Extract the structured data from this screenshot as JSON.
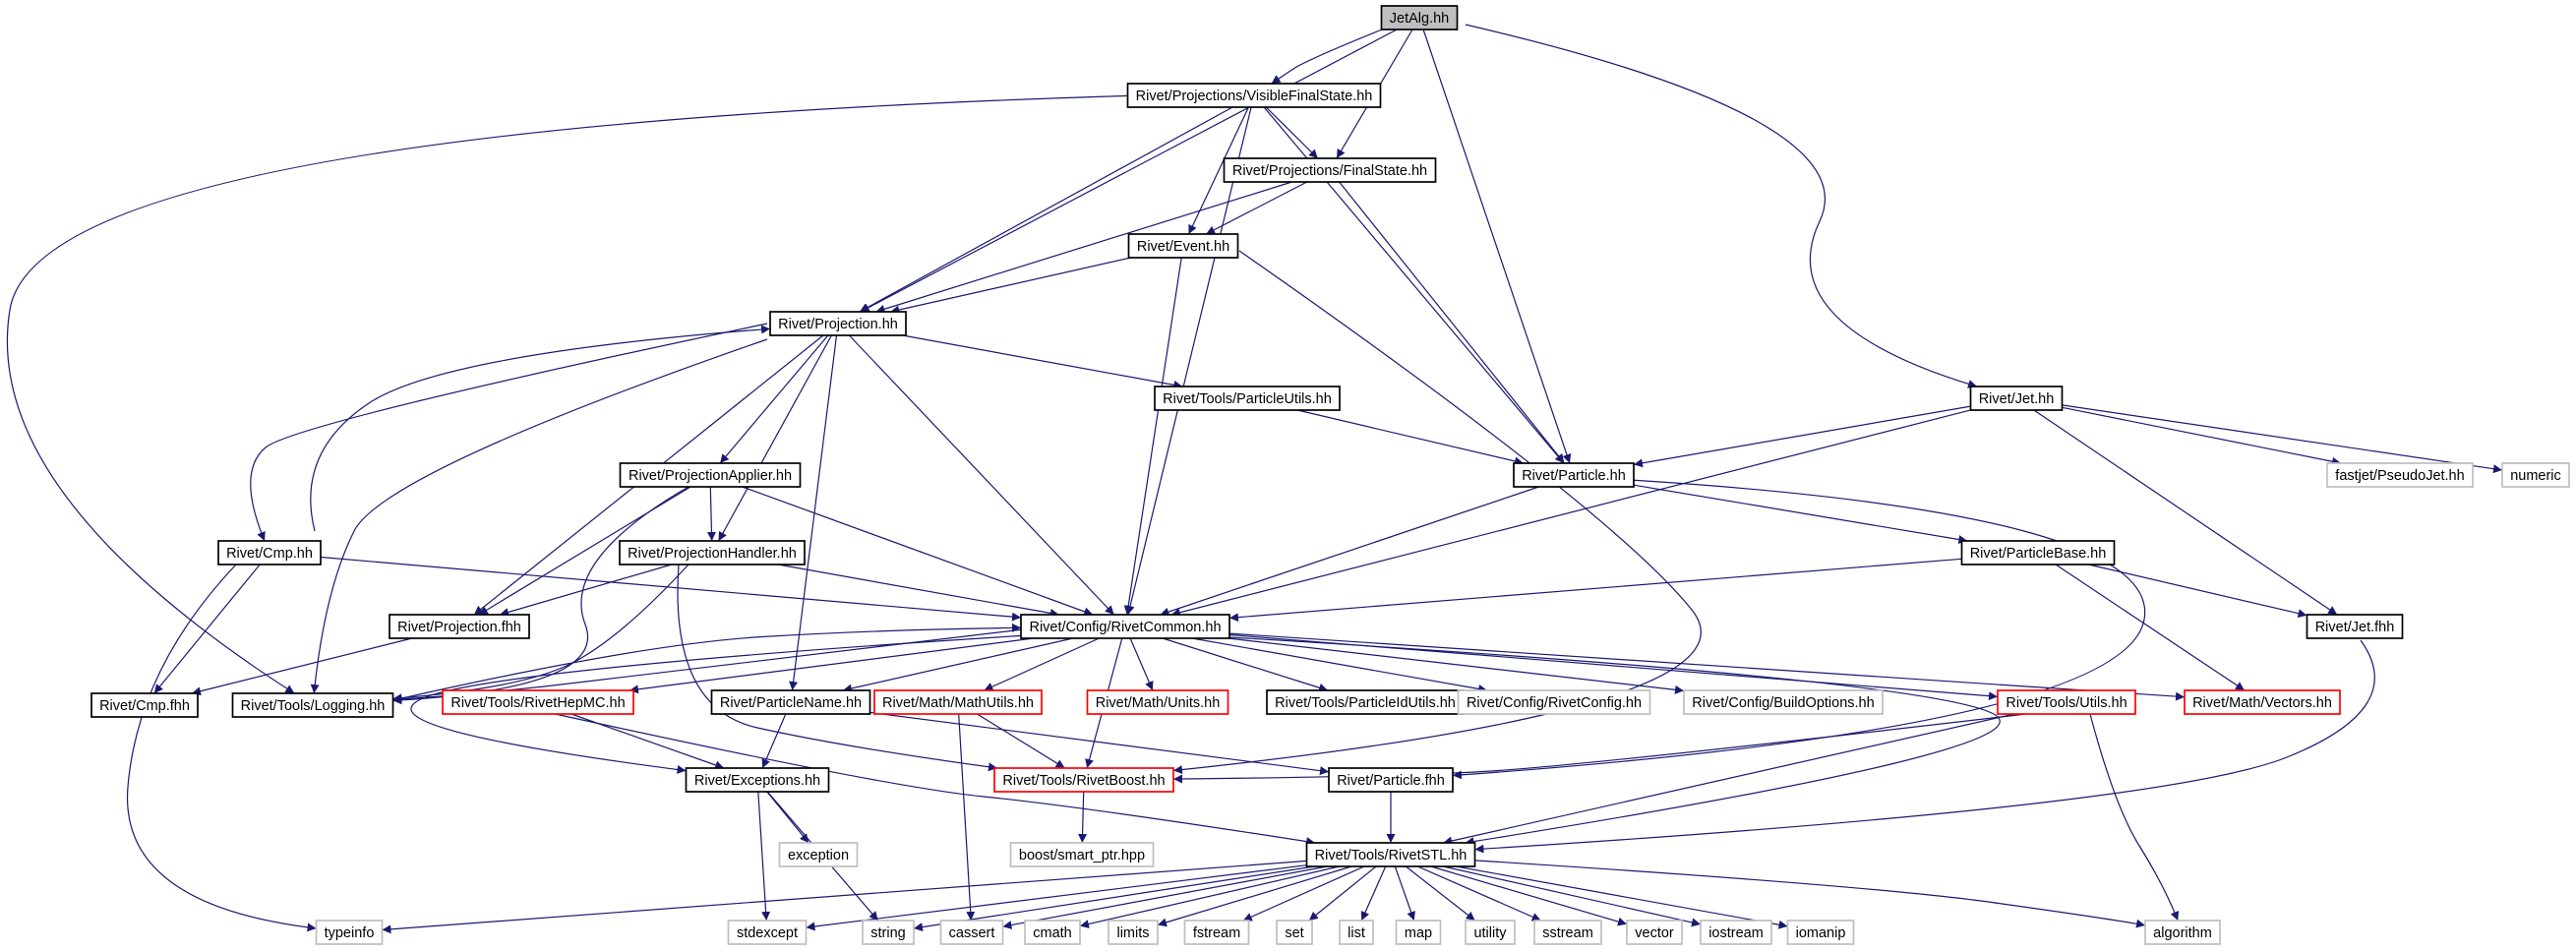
{
  "colors": {
    "edge": "#191970",
    "box_black": "#000000",
    "box_red": "#ff0000",
    "box_grey": "#bfbfbf",
    "root_fill": "#bfbfbf",
    "text": "#000000"
  },
  "nodes": [
    {
      "id": "jetalg",
      "label": "JetAlg.hh",
      "style": "root"
    },
    {
      "id": "vfs",
      "label": "Rivet/Projections/VisibleFinalState.hh",
      "style": "black"
    },
    {
      "id": "fs",
      "label": "Rivet/Projections/FinalState.hh",
      "style": "black"
    },
    {
      "id": "event",
      "label": "Rivet/Event.hh",
      "style": "black"
    },
    {
      "id": "proj",
      "label": "Rivet/Projection.hh",
      "style": "black"
    },
    {
      "id": "pu",
      "label": "Rivet/Tools/ParticleUtils.hh",
      "style": "black"
    },
    {
      "id": "jet",
      "label": "Rivet/Jet.hh",
      "style": "black"
    },
    {
      "id": "fastjet",
      "label": "fastjet/PseudoJet.hh",
      "style": "grey"
    },
    {
      "id": "numeric",
      "label": "numeric",
      "style": "grey"
    },
    {
      "id": "particle",
      "label": "Rivet/Particle.hh",
      "style": "black"
    },
    {
      "id": "papp",
      "label": "Rivet/ProjectionApplier.hh",
      "style": "black"
    },
    {
      "id": "pbase",
      "label": "Rivet/ParticleBase.hh",
      "style": "black"
    },
    {
      "id": "phand",
      "label": "Rivet/ProjectionHandler.hh",
      "style": "black"
    },
    {
      "id": "cmp",
      "label": "Rivet/Cmp.hh",
      "style": "black"
    },
    {
      "id": "projf",
      "label": "Rivet/Projection.fhh",
      "style": "black"
    },
    {
      "id": "common",
      "label": "Rivet/Config/RivetCommon.hh",
      "style": "black"
    },
    {
      "id": "jetf",
      "label": "Rivet/Jet.fhh",
      "style": "black"
    },
    {
      "id": "cmpf",
      "label": "Rivet/Cmp.fhh",
      "style": "black"
    },
    {
      "id": "logging",
      "label": "Rivet/Tools/Logging.hh",
      "style": "black"
    },
    {
      "id": "hepmc",
      "label": "Rivet/Tools/RivetHepMC.hh",
      "style": "red"
    },
    {
      "id": "pname",
      "label": "Rivet/ParticleName.hh",
      "style": "black"
    },
    {
      "id": "mathutils",
      "label": "Rivet/Math/MathUtils.hh",
      "style": "red"
    },
    {
      "id": "units",
      "label": "Rivet/Math/Units.hh",
      "style": "red"
    },
    {
      "id": "pidutils",
      "label": "Rivet/Tools/ParticleIdUtils.hh",
      "style": "black"
    },
    {
      "id": "config",
      "label": "Rivet/Config/RivetConfig.hh",
      "style": "grey"
    },
    {
      "id": "buildopt",
      "label": "Rivet/Config/BuildOptions.hh",
      "style": "grey"
    },
    {
      "id": "utils",
      "label": "Rivet/Tools/Utils.hh",
      "style": "red"
    },
    {
      "id": "vectors",
      "label": "Rivet/Math/Vectors.hh",
      "style": "red"
    },
    {
      "id": "exceptions",
      "label": "Rivet/Exceptions.hh",
      "style": "black"
    },
    {
      "id": "boost",
      "label": "Rivet/Tools/RivetBoost.hh",
      "style": "red"
    },
    {
      "id": "particlef",
      "label": "Rivet/Particle.fhh",
      "style": "black"
    },
    {
      "id": "exception",
      "label": "exception",
      "style": "grey"
    },
    {
      "id": "smartptr",
      "label": "boost/smart_ptr.hpp",
      "style": "grey"
    },
    {
      "id": "stl",
      "label": "Rivet/Tools/RivetSTL.hh",
      "style": "black"
    },
    {
      "id": "typeinfo",
      "label": "typeinfo",
      "style": "grey"
    },
    {
      "id": "stdexcept",
      "label": "stdexcept",
      "style": "grey"
    },
    {
      "id": "string",
      "label": "string",
      "style": "grey"
    },
    {
      "id": "cassert",
      "label": "cassert",
      "style": "grey"
    },
    {
      "id": "cmath",
      "label": "cmath",
      "style": "grey"
    },
    {
      "id": "limits",
      "label": "limits",
      "style": "grey"
    },
    {
      "id": "fstream",
      "label": "fstream",
      "style": "grey"
    },
    {
      "id": "set",
      "label": "set",
      "style": "grey"
    },
    {
      "id": "list",
      "label": "list",
      "style": "grey"
    },
    {
      "id": "map",
      "label": "map",
      "style": "grey"
    },
    {
      "id": "utility",
      "label": "utility",
      "style": "grey"
    },
    {
      "id": "sstream",
      "label": "sstream",
      "style": "grey"
    },
    {
      "id": "vector",
      "label": "vector",
      "style": "grey"
    },
    {
      "id": "iostream",
      "label": "iostream",
      "style": "grey"
    },
    {
      "id": "iomanip",
      "label": "iomanip",
      "style": "grey"
    },
    {
      "id": "algorithm",
      "label": "algorithm",
      "style": "grey"
    }
  ],
  "edges": [
    [
      "jetalg",
      "vfs"
    ],
    [
      "jetalg",
      "fs"
    ],
    [
      "jetalg",
      "proj"
    ],
    [
      "jetalg",
      "particle"
    ],
    [
      "jetalg",
      "jet"
    ],
    [
      "vfs",
      "fs"
    ],
    [
      "vfs",
      "event"
    ],
    [
      "vfs",
      "proj"
    ],
    [
      "vfs",
      "logging"
    ],
    [
      "vfs",
      "particle"
    ],
    [
      "vfs",
      "common"
    ],
    [
      "fs",
      "event"
    ],
    [
      "fs",
      "proj"
    ],
    [
      "fs",
      "particle"
    ],
    [
      "event",
      "proj"
    ],
    [
      "event",
      "common"
    ],
    [
      "event",
      "boost"
    ],
    [
      "proj",
      "pu"
    ],
    [
      "proj",
      "papp"
    ],
    [
      "proj",
      "phand"
    ],
    [
      "proj",
      "cmp"
    ],
    [
      "proj",
      "projf"
    ],
    [
      "proj",
      "common"
    ],
    [
      "proj",
      "logging"
    ],
    [
      "proj",
      "pname"
    ],
    [
      "pu",
      "particle"
    ],
    [
      "jet",
      "particle"
    ],
    [
      "jet",
      "fastjet"
    ],
    [
      "jet",
      "numeric"
    ],
    [
      "jet",
      "jetf"
    ],
    [
      "jet",
      "common"
    ],
    [
      "particle",
      "pbase"
    ],
    [
      "particle",
      "common"
    ],
    [
      "particle",
      "particlef"
    ],
    [
      "papp",
      "phand"
    ],
    [
      "papp",
      "projf"
    ],
    [
      "papp",
      "common"
    ],
    [
      "papp",
      "logging"
    ],
    [
      "pbase",
      "common"
    ],
    [
      "pbase",
      "jetf"
    ],
    [
      "pbase",
      "vectors"
    ],
    [
      "phand",
      "projf"
    ],
    [
      "phand",
      "common"
    ],
    [
      "phand",
      "logging"
    ],
    [
      "phand",
      "boost"
    ],
    [
      "cmp",
      "proj"
    ],
    [
      "cmp",
      "common"
    ],
    [
      "cmp",
      "cmpf"
    ],
    [
      "cmp",
      "typeinfo"
    ],
    [
      "projf",
      "cmpf"
    ],
    [
      "common",
      "logging"
    ],
    [
      "common",
      "hepmc"
    ],
    [
      "common",
      "pname"
    ],
    [
      "common",
      "mathutils"
    ],
    [
      "common",
      "units"
    ],
    [
      "common",
      "pidutils"
    ],
    [
      "common",
      "config"
    ],
    [
      "common",
      "buildopt"
    ],
    [
      "common",
      "utils"
    ],
    [
      "common",
      "vectors"
    ],
    [
      "common",
      "boost"
    ],
    [
      "common",
      "stl"
    ],
    [
      "common",
      "exceptions"
    ],
    [
      "logging",
      "common"
    ],
    [
      "jetf",
      "stl"
    ],
    [
      "hepmc",
      "exceptions"
    ],
    [
      "hepmc",
      "stl"
    ],
    [
      "pname",
      "exceptions"
    ],
    [
      "pname",
      "particlef"
    ],
    [
      "mathutils",
      "boost"
    ],
    [
      "mathutils",
      "cassert"
    ],
    [
      "utils",
      "boost"
    ],
    [
      "utils",
      "stl"
    ],
    [
      "utils",
      "algorithm"
    ],
    [
      "exceptions",
      "exception"
    ],
    [
      "exceptions",
      "stdexcept"
    ],
    [
      "exceptions",
      "string"
    ],
    [
      "boost",
      "smartptr"
    ],
    [
      "particlef",
      "stl"
    ],
    [
      "stl",
      "typeinfo"
    ],
    [
      "stl",
      "stdexcept"
    ],
    [
      "stl",
      "string"
    ],
    [
      "stl",
      "cassert"
    ],
    [
      "stl",
      "cmath"
    ],
    [
      "stl",
      "limits"
    ],
    [
      "stl",
      "fstream"
    ],
    [
      "stl",
      "set"
    ],
    [
      "stl",
      "list"
    ],
    [
      "stl",
      "map"
    ],
    [
      "stl",
      "utility"
    ],
    [
      "stl",
      "sstream"
    ],
    [
      "stl",
      "vector"
    ],
    [
      "stl",
      "iostream"
    ],
    [
      "stl",
      "iomanip"
    ],
    [
      "stl",
      "algorithm"
    ]
  ]
}
